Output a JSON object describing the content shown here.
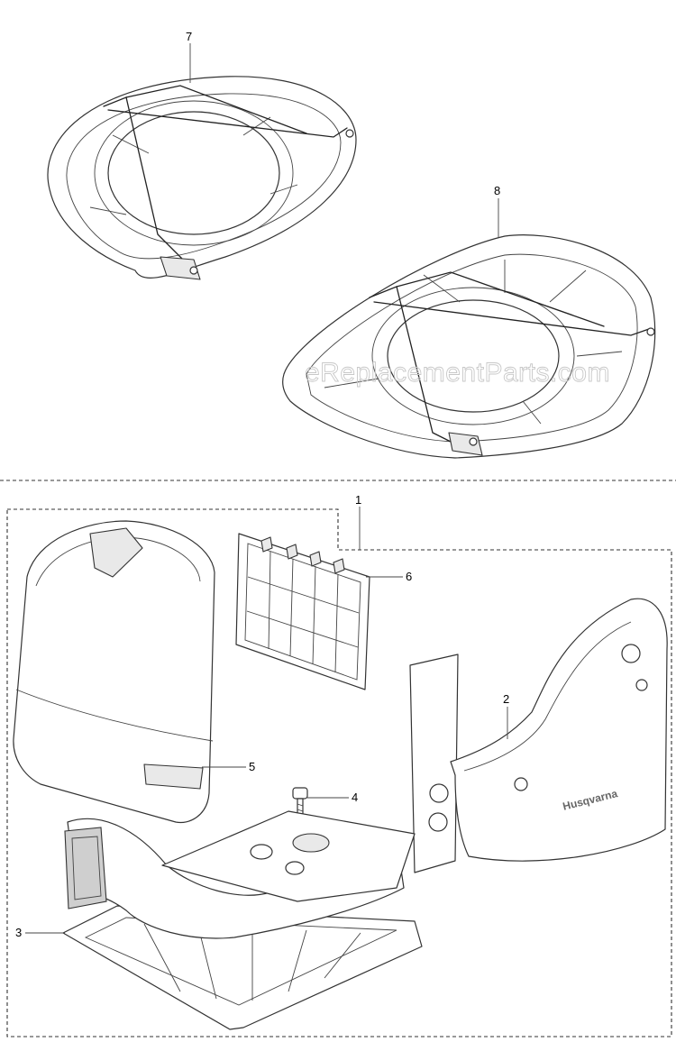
{
  "callouts": [
    {
      "id": "7",
      "label": "7"
    },
    {
      "id": "8",
      "label": "8"
    },
    {
      "id": "1",
      "label": "1"
    },
    {
      "id": "6",
      "label": "6"
    },
    {
      "id": "2",
      "label": "2"
    },
    {
      "id": "5",
      "label": "5"
    },
    {
      "id": "4",
      "label": "4"
    },
    {
      "id": "3",
      "label": "3"
    }
  ],
  "watermark": "eReplacementParts.com",
  "brand_text": "Husqvarna"
}
